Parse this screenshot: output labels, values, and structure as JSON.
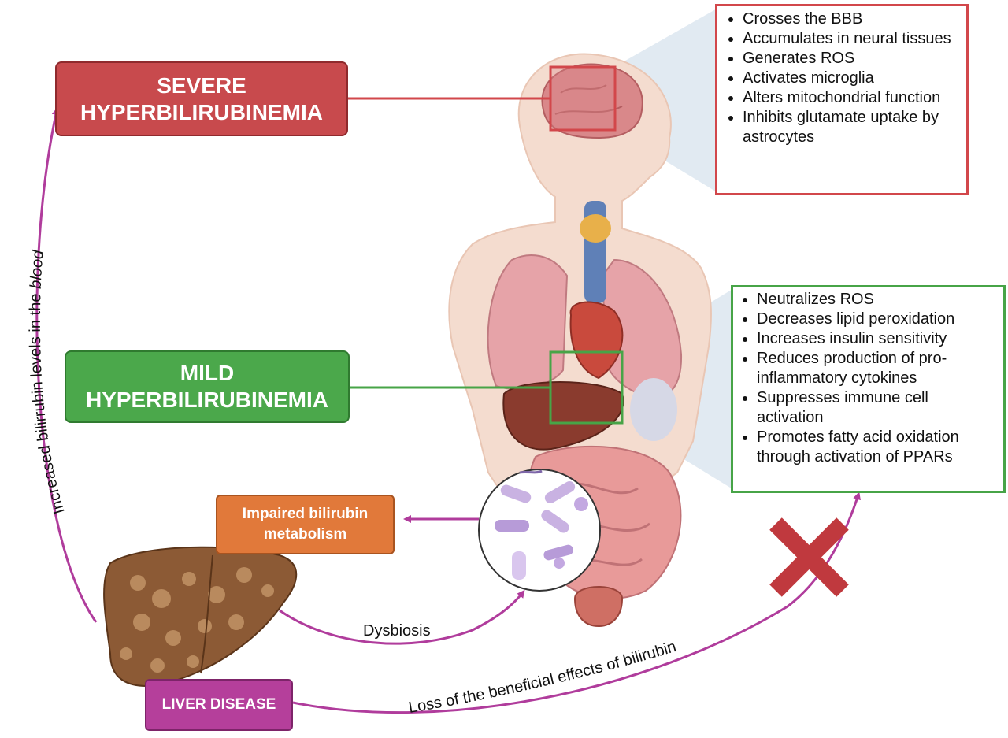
{
  "boxes": {
    "severe": [
      "SEVERE",
      "HYPERBILIRUBINEMIA"
    ],
    "mild": [
      "MILD",
      "HYPERBILIRUBINEMIA"
    ],
    "impaired": [
      "Impaired bilirubin",
      "metabolism"
    ],
    "liver_disease": "LIVER DISEASE"
  },
  "severe_effects": [
    "Crosses the BBB",
    "Accumulates in neural tissues",
    "Generates ROS",
    "Activates microglia",
    "Alters mitochondrial function",
    "Inhibits glutamate uptake by astrocytes"
  ],
  "mild_effects": [
    "Neutralizes ROS",
    "Decreases lipid peroxidation",
    "Increases insulin sensitivity",
    "Reduces production of pro-inflammatory cytokines",
    "Suppresses immune cell activation",
    "Promotes fatty acid oxidation through activation of PPARs"
  ],
  "labels": {
    "blood_prefix": "Increased bilirrubin levels in the ",
    "blood_emph": "blood",
    "dysbiosis": "Dysbiosis",
    "loss": "Loss of the beneficial effects of bilirubin"
  },
  "colors": {
    "severe": "#c84a4d",
    "mild": "#4ba84b",
    "impaired": "#e1793a",
    "liver_disease": "#b53f9b",
    "arrow": "#b03c9c",
    "cross": "#c0393e"
  }
}
